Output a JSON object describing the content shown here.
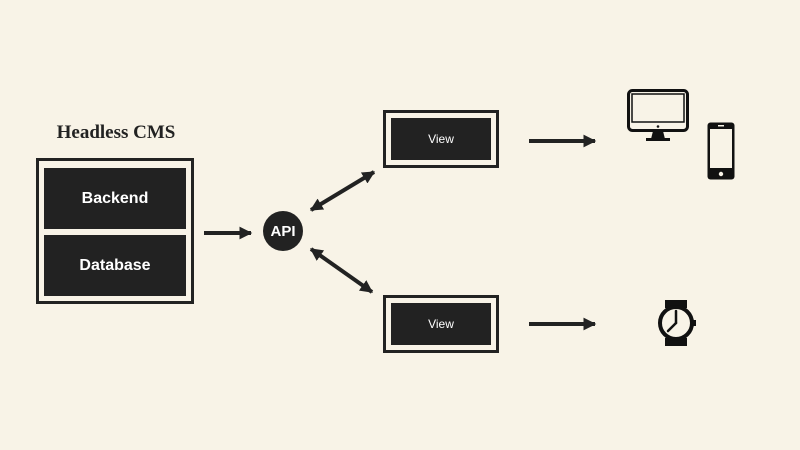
{
  "cms": {
    "title": "Headless CMS",
    "backend_label": "Backend",
    "database_label": "Database"
  },
  "api": {
    "label": "API"
  },
  "views": [
    {
      "label": "View"
    },
    {
      "label": "View"
    }
  ],
  "devices": [
    "desktop-monitor-icon",
    "smartphone-icon",
    "smartwatch-icon"
  ],
  "colors": {
    "background": "#f8f3e7",
    "ink": "#222222"
  }
}
